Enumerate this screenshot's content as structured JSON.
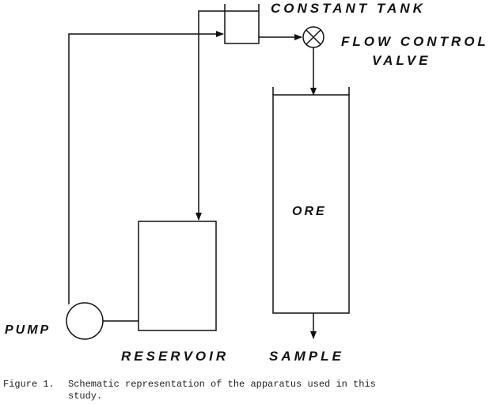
{
  "labels": {
    "constant_tank": "CONSTANT TANK",
    "flow_control_line1": "FLOW CONTROL",
    "flow_control_line2": "VALVE",
    "ore": "ORE",
    "pump": "PUMP",
    "reservoir": "RESERVOIR",
    "sample": "SAMPLE"
  },
  "caption": {
    "number": "Figure 1.",
    "text": "Schematic representation of the apparatus used in this study."
  }
}
